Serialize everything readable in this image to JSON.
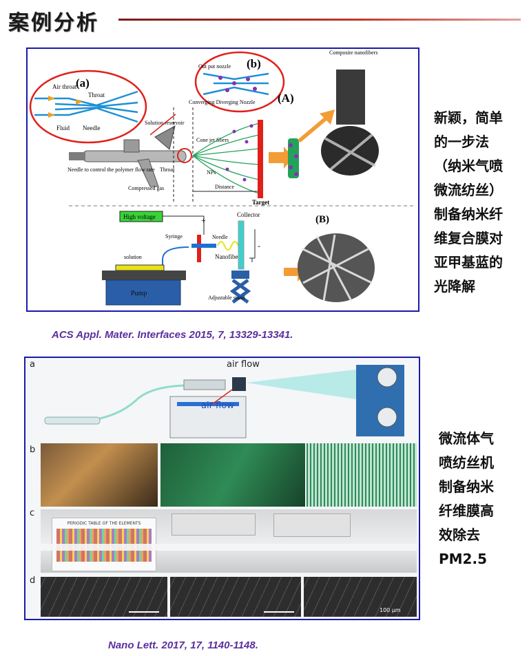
{
  "header": {
    "title": "案例分析"
  },
  "top_figure": {
    "labels": {
      "panel_a": "(a)",
      "panel_b": "(b)",
      "panel_A": "(A)",
      "panel_B": "(B)",
      "air_throat": "Air throat",
      "throat": "Throat",
      "fluid": "Fluid",
      "needle": "Needle",
      "out_put_nozzle": "Out put nozzle",
      "solution_reservoir": "Solution reservoir",
      "converging_diverging_nozzle": "Converging Diverging Nozzle",
      "cone_jet_fibers": "Cone jet fibers",
      "composite_nanofibers": "Composite nanofibers",
      "needle_control": "Needle to control the polymer flow rate",
      "throat_lower": "Throat",
      "nps": "NPs",
      "compressed_gas": "Compressed gas",
      "distance": "Distance",
      "target": "Target",
      "high_voltage": "High voltage",
      "plus": "+",
      "collector": "Collector",
      "syringe": "Syringe",
      "needle_lower": "Needle",
      "nanofibers": "Nanofibers",
      "solution": "solution",
      "pump": "Pump",
      "adjustable_stand": "Adjustable stand",
      "minus": "-"
    }
  },
  "side_text_1": [
    "新颖，简单",
    "的一步法",
    "（纳米气喷",
    "微流纺丝）",
    "制备纳米纤",
    "维复合膜对",
    "亚甲基蓝的",
    "光降解"
  ],
  "citation_1": "ACS Appl. Mater. Interfaces 2015, 7, 13329-13341.",
  "bottom_figure": {
    "labels": {
      "a": "a",
      "b": "b",
      "c": "c",
      "d": "d",
      "air_flow_top": "air flow",
      "air_flow_inset": "air flow",
      "periodic_table": "PERIODIC TABLE OF THE ELEMENTS",
      "scale_bar": "100 μm"
    }
  },
  "side_text_2": [
    "微流体气",
    "喷纺丝机",
    "制备纳米",
    "纤维膜高",
    "效除去",
    "PM2.5"
  ],
  "citation_2": "Nano Lett. 2017, 17, 1140-1148.",
  "colors": {
    "frame_border": "#1a1aa8",
    "citation": "#5a2e9e",
    "title_rule": "#c0392b",
    "high_voltage_bg": "#39d339",
    "target_red": "#e0201a"
  }
}
